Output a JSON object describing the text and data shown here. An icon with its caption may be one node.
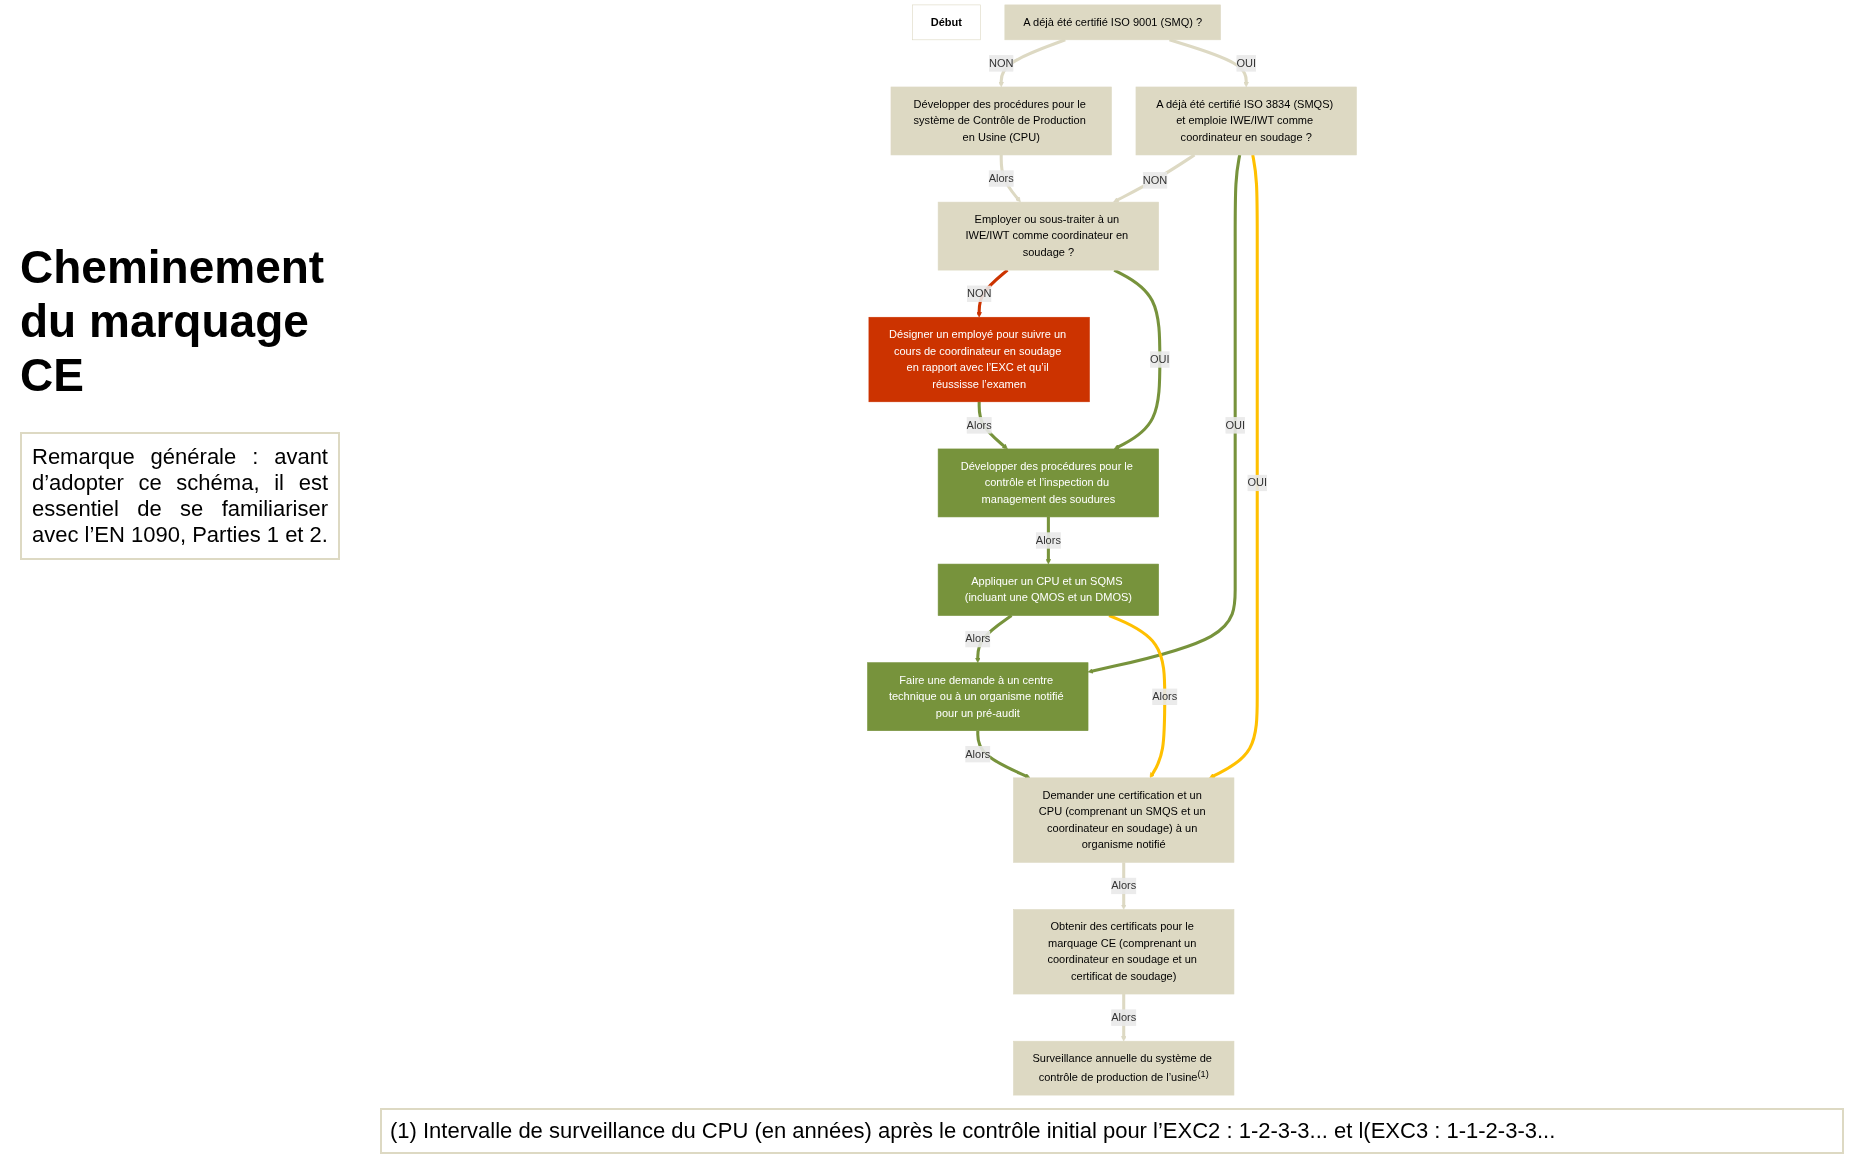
{
  "diagram": {
    "title": "Cheminement du marquage CE",
    "caption": "(1) Intervalle de surveillance du CPU (en années) après le contrôle initial pour l’EXC2 : 1-2-3-3... et l(EXC3 : 1-1-2-3-3...",
    "nodes": [
      {
        "text": [
          "Début"
        ]
      },
      {
        "text": [
          "A déjà été certifié ISO 9001 (SMQ) ?"
        ]
      },
      {
        "text": [
          "Développer des procédures pour le système de Contrôle de Production en Usine (CPU)"
        ]
      },
      {
        "text": [
          "A déjà été certifié ISO 3834 (SMQS) et emploie IWE/IWT comme coordinateur en soudage ?"
        ]
      },
      {
        "text": [
          "Employer ou sous-traiter à un IWE/IWT comme coordinateur en soudage ?"
        ]
      },
      {
        "text": [
          "Désigner un employé pour suivre un cours de coordinateur en soudage en rapport avec l’EXC et qu’il réussisse l’examen"
        ]
      },
      {
        "text": [
          "Développer des procédures pour le contrôle et l’inspection du management des soudures"
        ]
      },
      {
        "text": [
          "Appliquer un CPU et un SQMS (incluant une QMOS et un DMOS)"
        ]
      },
      {
        "text": [
          "Faire une demande à un centre technique ou à un organisme notifié pour un pré-audit"
        ]
      },
      {
        "text": [
          "Demander une certification et un CPU (comprenant un SMQS et un coordinateur en soudage) à un organisme notifié"
        ]
      },
      {
        "text": [
          "Obtenir des certificats pour le marquage CE (comprenant un coordinateur en soudage et un certificat de soudage)"
        ]
      },
      {
        "text": [
          "Surveillance annuelle du système de contrôle de production de l’usine$^{(1)}$"
        ]
      }
    ],
    "edges": [
      {
        "from": 1,
        "to": 2,
        "arrow": "to",
        "label": "NON",
        "color": "#ddd9c3"
      },
      {
        "from": 1,
        "to": 3,
        "arrow": "to",
        "label": "OUI",
        "color": "#ddd9c3"
      },
      {
        "from": 3,
        "to": 4,
        "arrow": "to",
        "label": "NON",
        "color": "#ddd9c3"
      },
      {
        "from": 2,
        "to": 4,
        "arrow": "to",
        "label": "Alors",
        "color": "#ddd9c3"
      },
      {
        "from": 4,
        "to": 5,
        "arrow": "to",
        "label": "NON",
        "color": "#cc3300"
      },
      {
        "from": 4,
        "to": 6,
        "arrow": "to",
        "label": "OUI",
        "color": "#77933c"
      },
      {
        "from": 5,
        "to": 6,
        "arrow": "to",
        "label": "Alors",
        "color": "#77933c"
      },
      {
        "from": 6,
        "to": 7,
        "arrow": "to",
        "label": "Alors",
        "color": "#77933c"
      },
      {
        "from": 3,
        "to": 8,
        "arrow": "to",
        "label": "OUI",
        "color": "#77933c"
      },
      {
        "from": 7,
        "to": 8,
        "arrow": "to",
        "label": "Alors",
        "color": "#77933c"
      },
      {
        "from": 3,
        "to": 9,
        "arrow": "to",
        "label": "OUI",
        "color": "#ffc000"
      },
      {
        "from": 7,
        "to": 9,
        "arrow": "to",
        "label": "Alors",
        "color": "#ffc000"
      },
      {
        "from": 8,
        "to": 9,
        "arrow": "to",
        "label": "Alors",
        "color": "#77933c"
      },
      {
        "from": 9,
        "to": 10,
        "arrow": "to",
        "label": "Alors",
        "color": "#ddd9c3"
      },
      {
        "from": 10,
        "to": 11,
        "arrow": "to",
        "label": "Alors",
        "color": "#ddd9c3"
      }
    ],
    "labels": [
      "Remarque générale : avant d’adopter ce schéma, il est essentiel de se familiariser avec l’EN 1090, Parties 1 et 2."
    ]
  }
}
